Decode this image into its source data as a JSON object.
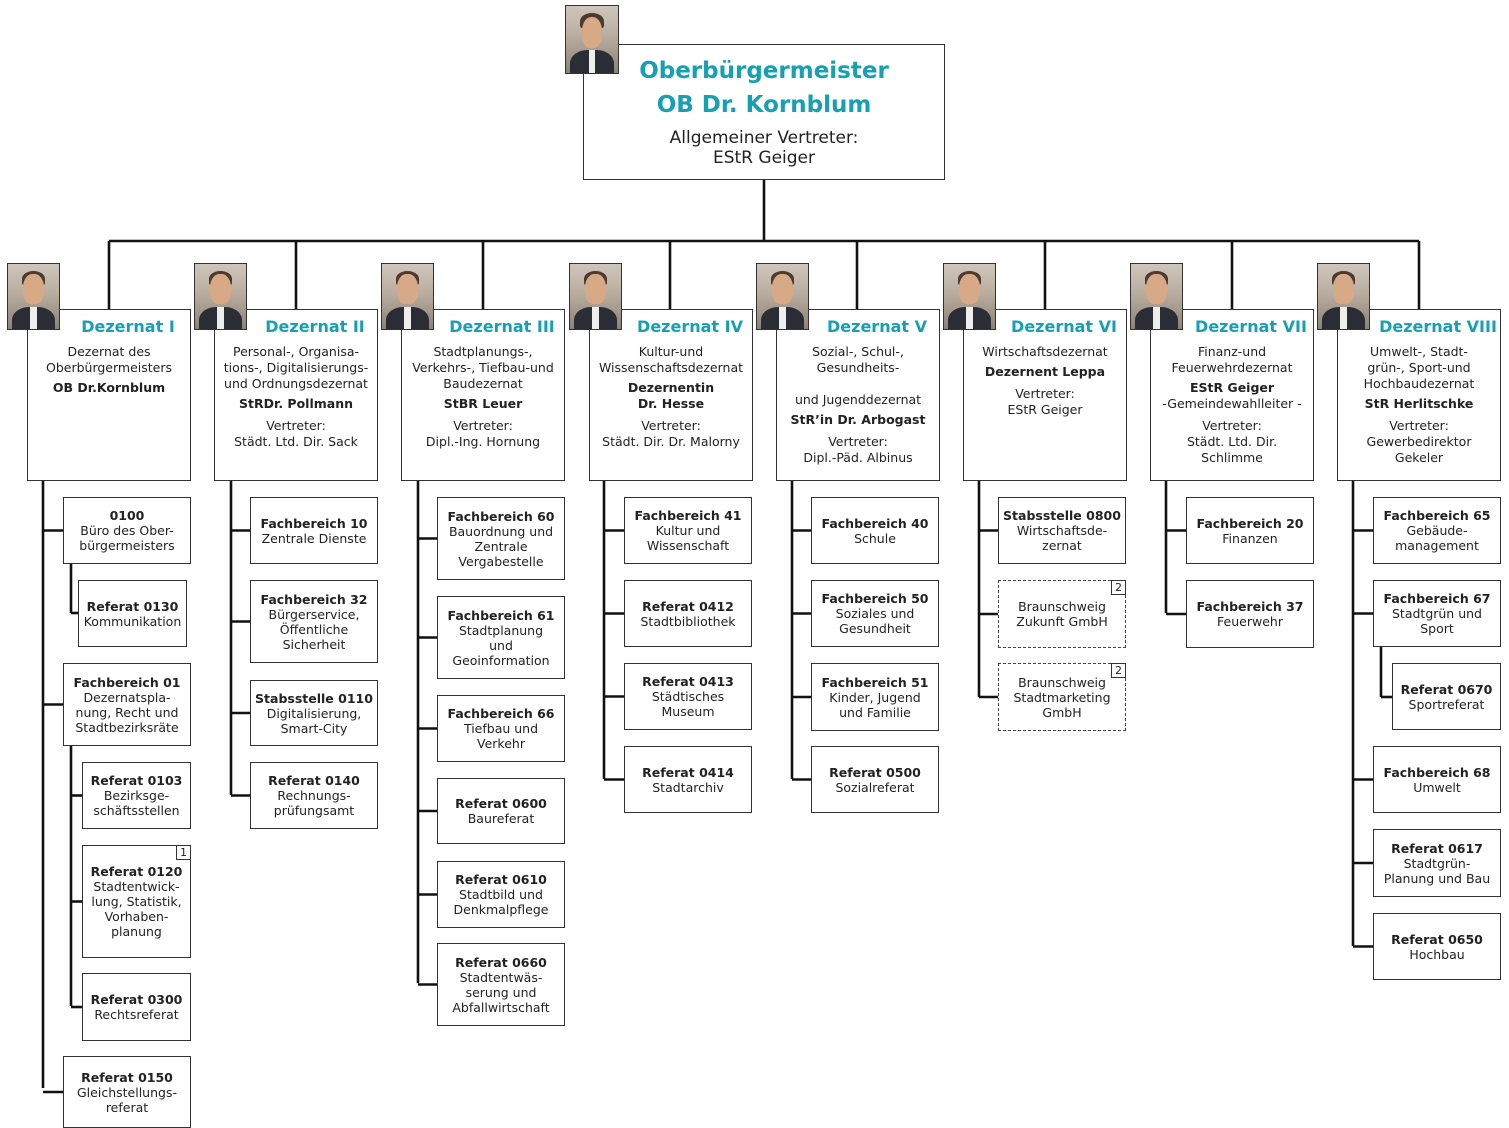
{
  "top": {
    "title": "Oberbürgermeister",
    "name": "OB Dr. Kornblum",
    "deputy": "Allgemeiner Vertreter:\nEStR Geiger"
  },
  "dezernate": [
    {
      "title": "Dezernat I",
      "desc": "Dezernat des\nOberbürgermeisters",
      "head": "OB Dr.Kornblum",
      "extra": "",
      "deputy": ""
    },
    {
      "title": "Dezernat II",
      "desc": "Personal-, Organisa-\ntions-, Digitalisierungs-\nund Ordnungsdezernat",
      "head": "StRDr. Pollmann",
      "extra": "",
      "deputy": "Vertreter:\nStädt. Ltd. Dir. Sack"
    },
    {
      "title": "Dezernat III",
      "desc": "Stadtplanungs-,\nVerkehrs-, Tiefbau-und\nBaudezernat",
      "head": "StBR Leuer",
      "extra": "",
      "deputy": "Vertreter:\nDipl.-Ing. Hornung"
    },
    {
      "title": "Dezernat IV",
      "desc": "Kultur-und\nWissenschaftsdezernat",
      "head": "Dezernentin\nDr. Hesse",
      "extra": "",
      "deputy": "Vertreter:\nStädt. Dir. Dr. Malorny"
    },
    {
      "title": "Dezernat V",
      "desc": "Sozial-, Schul-,\nGesundheits-\n\nund Jugenddezernat",
      "head": "StR’in Dr. Arbogast",
      "extra": "",
      "deputy": "Vertreter:\nDipl.-Päd. Albinus"
    },
    {
      "title": "Dezernat VI",
      "desc": "Wirtschaftsdezernat",
      "head": "Dezernent Leppa",
      "extra": "",
      "deputy": "Vertreter:\nEStR Geiger"
    },
    {
      "title": "Dezernat VII",
      "desc": "Finanz-und\nFeuerwehrdezernat",
      "head": "EStR Geiger",
      "extra": "-Gemeindewahlleiter -",
      "deputy": "Vertreter:\nStädt. Ltd. Dir.\nSchlimme"
    },
    {
      "title": "Dezernat VIII",
      "desc": "Umwelt-, Stadt-\ngrün-, Sport-und\nHochbaudezernat",
      "head": "StR Herlitschke",
      "extra": "",
      "deputy": "Vertreter:\nGewerbedirektor\nGekeler"
    }
  ],
  "units": [
    {
      "id": "0100",
      "title": "0100",
      "sub": "Büro des Ober-\nbürgermeisters",
      "badge": ""
    },
    {
      "id": "0130",
      "title": "Referat 0130",
      "sub": "Kommunikation",
      "badge": ""
    },
    {
      "id": "01",
      "title": "Fachbereich 01",
      "sub": "Dezernatspla-\nnung, Recht und\nStadtbezirksräte",
      "badge": ""
    },
    {
      "id": "0103",
      "title": "Referat 0103",
      "sub": "Bezirksge-\nschäftsstellen",
      "badge": ""
    },
    {
      "id": "0120",
      "title": "Referat 0120",
      "sub": "Stadtentwick-\nlung, Statistik,\nVorhaben-\nplanung",
      "badge": "1"
    },
    {
      "id": "0300",
      "title": "Referat 0300",
      "sub": "Rechtsreferat",
      "badge": ""
    },
    {
      "id": "0150",
      "title": "Referat 0150",
      "sub": "Gleichstellungs-\nreferat",
      "badge": ""
    },
    {
      "id": "10",
      "title": "Fachbereich 10",
      "sub": "Zentrale Dienste",
      "badge": ""
    },
    {
      "id": "32",
      "title": "Fachbereich 32",
      "sub": "Bürgerservice,\nÖffentliche\nSicherheit",
      "badge": ""
    },
    {
      "id": "0110",
      "title": "Stabsstelle 0110",
      "sub": "Digitalisierung,\nSmart-City",
      "badge": ""
    },
    {
      "id": "0140",
      "title": "Referat 0140",
      "sub": "Rechnungs-\nprüfungsamt",
      "badge": ""
    },
    {
      "id": "60",
      "title": "Fachbereich 60",
      "sub": "Bauordnung und\nZentrale\nVergabestelle",
      "badge": ""
    },
    {
      "id": "61",
      "title": "Fachbereich 61",
      "sub": "Stadtplanung\nund\nGeoinformation",
      "badge": ""
    },
    {
      "id": "66",
      "title": "Fachbereich 66",
      "sub": "Tiefbau und\nVerkehr",
      "badge": ""
    },
    {
      "id": "0600",
      "title": "Referat 0600",
      "sub": "Baureferat",
      "badge": ""
    },
    {
      "id": "0610",
      "title": "Referat 0610",
      "sub": "Stadtbild und\nDenkmalpflege",
      "badge": ""
    },
    {
      "id": "0660",
      "title": "Referat 0660",
      "sub": "Stadtentwäs-\nserung und\nAbfallwirtschaft",
      "badge": ""
    },
    {
      "id": "41",
      "title": "Fachbereich 41",
      "sub": "Kultur und\nWissenschaft",
      "badge": ""
    },
    {
      "id": "0412",
      "title": "Referat 0412",
      "sub": "Stadtbibliothek",
      "badge": ""
    },
    {
      "id": "0413",
      "title": "Referat 0413",
      "sub": "Städtisches\nMuseum",
      "badge": ""
    },
    {
      "id": "0414",
      "title": "Referat 0414",
      "sub": "Stadtarchiv",
      "badge": ""
    },
    {
      "id": "40",
      "title": "Fachbereich 40",
      "sub": "Schule",
      "badge": ""
    },
    {
      "id": "50",
      "title": "Fachbereich 50",
      "sub": "Soziales und\nGesundheit",
      "badge": ""
    },
    {
      "id": "51",
      "title": "Fachbereich 51",
      "sub": "Kinder, Jugend\nund Familie",
      "badge": ""
    },
    {
      "id": "0500",
      "title": "Referat 0500",
      "sub": "Sozialreferat",
      "badge": ""
    },
    {
      "id": "0800",
      "title": "Stabsstelle 0800",
      "sub": "Wirtschaftsde-\nzernat",
      "badge": ""
    },
    {
      "id": "bzg",
      "title": "",
      "sub": "Braunschweig\nZukunft GmbH",
      "badge": "2"
    },
    {
      "id": "bsg",
      "title": "",
      "sub": "Braunschweig\nStadtmarketing\nGmbH",
      "badge": "2"
    },
    {
      "id": "20",
      "title": "Fachbereich 20",
      "sub": "Finanzen",
      "badge": ""
    },
    {
      "id": "37",
      "title": "Fachbereich 37",
      "sub": "Feuerwehr",
      "badge": ""
    },
    {
      "id": "65",
      "title": "Fachbereich 65",
      "sub": "Gebäude-\nmanagement",
      "badge": ""
    },
    {
      "id": "67",
      "title": "Fachbereich 67",
      "sub": "Stadtgrün und\nSport",
      "badge": ""
    },
    {
      "id": "0670",
      "title": "Referat 0670",
      "sub": "Sportreferat",
      "badge": ""
    },
    {
      "id": "68",
      "title": "Fachbereich 68",
      "sub": "Umwelt",
      "badge": ""
    },
    {
      "id": "0617",
      "title": "Referat 0617",
      "sub": "Stadtgrün-\nPlanung und Bau",
      "badge": ""
    },
    {
      "id": "0650",
      "title": "Referat 0650",
      "sub": "Hochbau",
      "badge": ""
    }
  ]
}
